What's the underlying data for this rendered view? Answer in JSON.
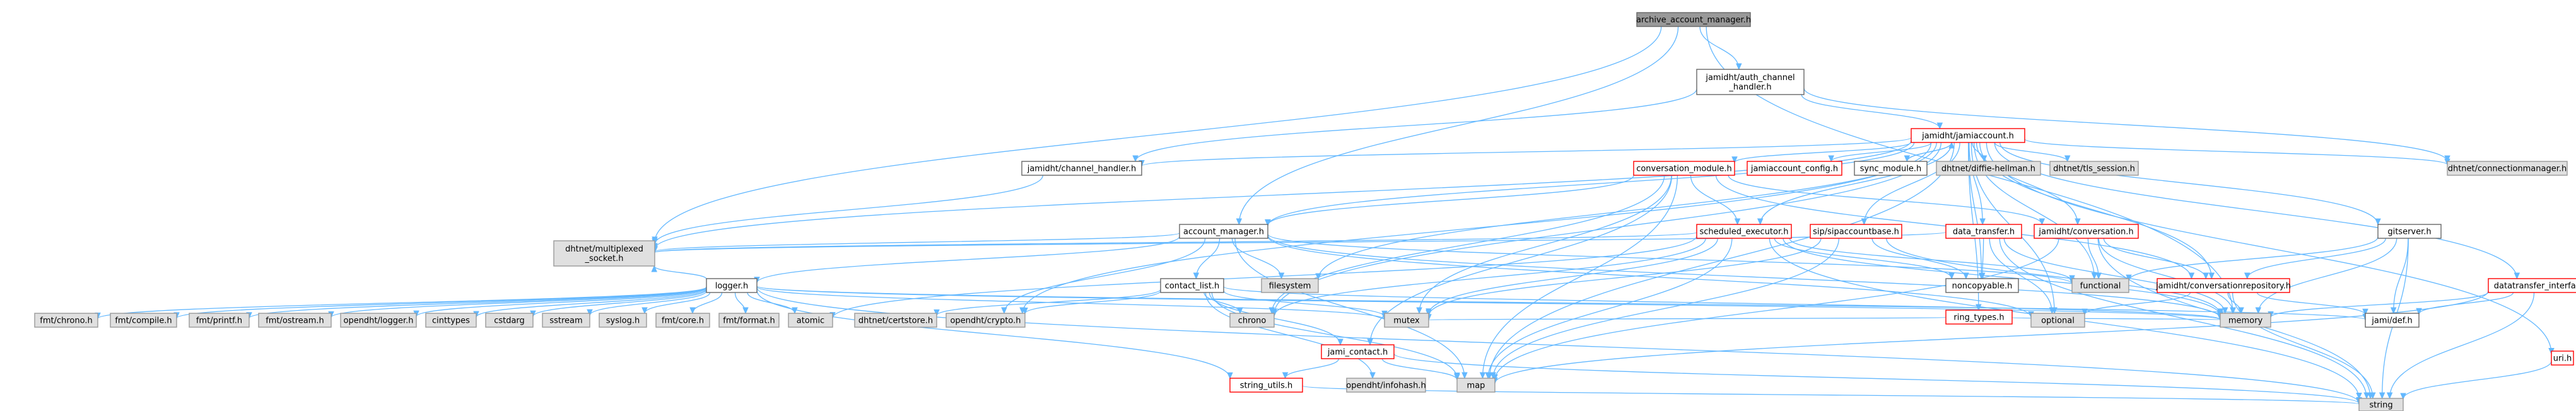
{
  "diagram": {
    "nodes": [
      {
        "id": "root",
        "lines": [
          "archive_account_manager.h"
        ],
        "style": "root"
      },
      {
        "id": "auth_channel_handler",
        "lines": [
          "jamidht/auth_channel",
          "_handler.h"
        ],
        "style": "normal"
      },
      {
        "id": "jamiaccount",
        "lines": [
          "jamidht/jamiaccount.h"
        ],
        "style": "red"
      },
      {
        "id": "channel_handler",
        "lines": [
          "jamidht/channel_handler.h"
        ],
        "style": "normal"
      },
      {
        "id": "multiplexed_socket",
        "lines": [
          "dhtnet/multiplexed",
          "_socket.h"
        ],
        "style": "missing"
      },
      {
        "id": "account_manager",
        "lines": [
          "account_manager.h"
        ],
        "style": "normal"
      },
      {
        "id": "conversation_module",
        "lines": [
          "conversation_module.h"
        ],
        "style": "red"
      },
      {
        "id": "jamiaccount_config",
        "lines": [
          "jamiaccount_config.h"
        ],
        "style": "red"
      },
      {
        "id": "sync_module",
        "lines": [
          "sync_module.h"
        ],
        "style": "normal"
      },
      {
        "id": "diffie_hellman",
        "lines": [
          "dhtnet/diffie-hellman.h"
        ],
        "style": "missing"
      },
      {
        "id": "tls_session",
        "lines": [
          "dhtnet/tls_session.h"
        ],
        "style": "missing"
      },
      {
        "id": "connectionmanager",
        "lines": [
          "dhtnet/connectionmanager.h"
        ],
        "style": "missing"
      },
      {
        "id": "scheduled_executor",
        "lines": [
          "scheduled_executor.h"
        ],
        "style": "red"
      },
      {
        "id": "sipaccountbase",
        "lines": [
          "sip/sipaccountbase.h"
        ],
        "style": "red"
      },
      {
        "id": "data_transfer",
        "lines": [
          "data_transfer.h"
        ],
        "style": "red"
      },
      {
        "id": "conversation",
        "lines": [
          "jamidht/conversation.h"
        ],
        "style": "red"
      },
      {
        "id": "gitserver",
        "lines": [
          "gitserver.h"
        ],
        "style": "normal"
      },
      {
        "id": "logger",
        "lines": [
          "logger.h"
        ],
        "style": "normal"
      },
      {
        "id": "contact_list",
        "lines": [
          "contact_list.h"
        ],
        "style": "normal"
      },
      {
        "id": "filesystem",
        "lines": [
          "filesystem"
        ],
        "style": "missing"
      },
      {
        "id": "noncopyable",
        "lines": [
          "noncopyable.h"
        ],
        "style": "normal"
      },
      {
        "id": "functional",
        "lines": [
          "functional"
        ],
        "style": "missing"
      },
      {
        "id": "ring_types",
        "lines": [
          "ring_types.h"
        ],
        "style": "red"
      },
      {
        "id": "conversationrepository",
        "lines": [
          "jamidht/conversationrepository.h"
        ],
        "style": "red"
      },
      {
        "id": "datatransfer_interface",
        "lines": [
          "datatransfer_interface.h"
        ],
        "style": "red"
      },
      {
        "id": "fmt_chrono",
        "lines": [
          "fmt/chrono.h"
        ],
        "style": "missing"
      },
      {
        "id": "fmt_compile",
        "lines": [
          "fmt/compile.h"
        ],
        "style": "missing"
      },
      {
        "id": "fmt_printf",
        "lines": [
          "fmt/printf.h"
        ],
        "style": "missing"
      },
      {
        "id": "fmt_ostream",
        "lines": [
          "fmt/ostream.h"
        ],
        "style": "missing"
      },
      {
        "id": "opendht_logger",
        "lines": [
          "opendht/logger.h"
        ],
        "style": "missing"
      },
      {
        "id": "cinttypes",
        "lines": [
          "cinttypes"
        ],
        "style": "missing"
      },
      {
        "id": "cstdarg",
        "lines": [
          "cstdarg"
        ],
        "style": "missing"
      },
      {
        "id": "sstream",
        "lines": [
          "sstream"
        ],
        "style": "missing"
      },
      {
        "id": "syslog",
        "lines": [
          "syslog.h"
        ],
        "style": "missing"
      },
      {
        "id": "fmt_core",
        "lines": [
          "fmt/core.h"
        ],
        "style": "missing"
      },
      {
        "id": "fmt_format",
        "lines": [
          "fmt/format.h"
        ],
        "style": "missing"
      },
      {
        "id": "atomic",
        "lines": [
          "atomic"
        ],
        "style": "missing"
      },
      {
        "id": "certstore",
        "lines": [
          "dhtnet/certstore.h"
        ],
        "style": "missing"
      },
      {
        "id": "opendht_crypto",
        "lines": [
          "opendht/crypto.h"
        ],
        "style": "missing"
      },
      {
        "id": "chrono",
        "lines": [
          "chrono"
        ],
        "style": "missing"
      },
      {
        "id": "mutex",
        "lines": [
          "mutex"
        ],
        "style": "missing"
      },
      {
        "id": "memory",
        "lines": [
          "memory"
        ],
        "style": "missing"
      },
      {
        "id": "optional",
        "lines": [
          "optional"
        ],
        "style": "missing"
      },
      {
        "id": "jamidef",
        "lines": [
          "jami/def.h"
        ],
        "style": "normal"
      },
      {
        "id": "jami_contact",
        "lines": [
          "jami_contact.h"
        ],
        "style": "red"
      },
      {
        "id": "map",
        "lines": [
          "map"
        ],
        "style": "missing"
      },
      {
        "id": "string_utils",
        "lines": [
          "string_utils.h"
        ],
        "style": "red"
      },
      {
        "id": "infohash",
        "lines": [
          "opendht/infohash.h"
        ],
        "style": "missing"
      },
      {
        "id": "uri",
        "lines": [
          "uri.h"
        ],
        "style": "red"
      },
      {
        "id": "string",
        "lines": [
          "string"
        ],
        "style": "missing"
      }
    ],
    "edges": [
      [
        "root",
        "auth_channel_handler"
      ],
      [
        "root",
        "multiplexed_socket"
      ],
      [
        "root",
        "account_manager"
      ],
      [
        "root",
        "memory"
      ],
      [
        "auth_channel_handler",
        "jamiaccount"
      ],
      [
        "auth_channel_handler",
        "channel_handler"
      ],
      [
        "auth_channel_handler",
        "connectionmanager"
      ],
      [
        "jamiaccount",
        "channel_handler"
      ],
      [
        "jamiaccount",
        "multiplexed_socket"
      ],
      [
        "jamiaccount",
        "conversation_module"
      ],
      [
        "jamiaccount",
        "jamiaccount_config"
      ],
      [
        "jamiaccount",
        "sync_module"
      ],
      [
        "jamiaccount",
        "diffie_hellman"
      ],
      [
        "jamiaccount",
        "tls_session"
      ],
      [
        "jamiaccount",
        "connectionmanager"
      ],
      [
        "jamiaccount",
        "scheduled_executor"
      ],
      [
        "jamiaccount",
        "sipaccountbase"
      ],
      [
        "jamiaccount",
        "data_transfer"
      ],
      [
        "jamiaccount",
        "conversation"
      ],
      [
        "jamiaccount",
        "gitserver"
      ],
      [
        "jamiaccount",
        "filesystem"
      ],
      [
        "jamiaccount",
        "noncopyable"
      ],
      [
        "jamiaccount",
        "functional"
      ],
      [
        "jamiaccount",
        "ring_types"
      ],
      [
        "jamiaccount",
        "conversationrepository"
      ],
      [
        "jamiaccount",
        "datatransfer_interface"
      ],
      [
        "jamiaccount",
        "opendht_crypto"
      ],
      [
        "jamiaccount",
        "chrono"
      ],
      [
        "jamiaccount",
        "optional"
      ],
      [
        "jamiaccount",
        "uri"
      ],
      [
        "jamiaccount",
        "map"
      ],
      [
        "jamiaccount",
        "account_manager"
      ],
      [
        "sync_module",
        "jamiaccount"
      ],
      [
        "channel_handler",
        "multiplexed_socket"
      ],
      [
        "account_manager",
        "multiplexed_socket"
      ],
      [
        "account_manager",
        "logger"
      ],
      [
        "account_manager",
        "contact_list"
      ],
      [
        "account_manager",
        "filesystem"
      ],
      [
        "account_manager",
        "functional"
      ],
      [
        "account_manager",
        "memory"
      ],
      [
        "account_manager",
        "map"
      ],
      [
        "account_manager",
        "optional"
      ],
      [
        "account_manager",
        "opendht_crypto"
      ],
      [
        "conversation_module",
        "account_manager"
      ],
      [
        "conversation_module",
        "scheduled_executor"
      ],
      [
        "conversation_module",
        "conversation"
      ],
      [
        "conversation_module",
        "conversationrepository"
      ],
      [
        "conversation_module",
        "jami_contact"
      ],
      [
        "conversation_module",
        "mutex"
      ],
      [
        "conversation_module",
        "chrono"
      ],
      [
        "conversation_module",
        "map"
      ],
      [
        "scheduled_executor",
        "multiplexed_socket"
      ],
      [
        "scheduled_executor",
        "noncopyable"
      ],
      [
        "scheduled_executor",
        "functional"
      ],
      [
        "scheduled_executor",
        "chrono"
      ],
      [
        "scheduled_executor",
        "mutex"
      ],
      [
        "scheduled_executor",
        "memory"
      ],
      [
        "scheduled_executor",
        "map"
      ],
      [
        "scheduled_executor",
        "string"
      ],
      [
        "scheduled_executor",
        "atomic"
      ],
      [
        "sipaccountbase",
        "noncopyable"
      ],
      [
        "sipaccountbase",
        "mutex"
      ],
      [
        "sipaccountbase",
        "map"
      ],
      [
        "sipaccountbase",
        "memory"
      ],
      [
        "data_transfer",
        "noncopyable"
      ],
      [
        "data_transfer",
        "memory"
      ],
      [
        "data_transfer",
        "string"
      ],
      [
        "data_transfer",
        "optional"
      ],
      [
        "data_transfer",
        "multiplexed_socket"
      ],
      [
        "conversation",
        "conversationrepository"
      ],
      [
        "conversation",
        "functional"
      ],
      [
        "conversation",
        "memory"
      ],
      [
        "conversation",
        "string"
      ],
      [
        "conversation",
        "map"
      ],
      [
        "gitserver",
        "functional"
      ],
      [
        "gitserver",
        "conversationrepository"
      ],
      [
        "gitserver",
        "jamidef"
      ],
      [
        "gitserver",
        "memory"
      ],
      [
        "gitserver",
        "string"
      ],
      [
        "logger",
        "multiplexed_socket"
      ],
      [
        "logger",
        "fmt_chrono"
      ],
      [
        "logger",
        "fmt_compile"
      ],
      [
        "logger",
        "fmt_printf"
      ],
      [
        "logger",
        "fmt_ostream"
      ],
      [
        "logger",
        "opendht_logger"
      ],
      [
        "logger",
        "cinttypes"
      ],
      [
        "logger",
        "cstdarg"
      ],
      [
        "logger",
        "sstream"
      ],
      [
        "logger",
        "syslog"
      ],
      [
        "logger",
        "fmt_core"
      ],
      [
        "logger",
        "fmt_format"
      ],
      [
        "logger",
        "atomic"
      ],
      [
        "logger",
        "string_utils"
      ],
      [
        "logger",
        "string"
      ],
      [
        "logger",
        "memory"
      ],
      [
        "logger",
        "mutex"
      ],
      [
        "logger",
        "jamidef"
      ],
      [
        "contact_list",
        "certstore"
      ],
      [
        "contact_list",
        "opendht_crypto"
      ],
      [
        "contact_list",
        "jami_contact"
      ],
      [
        "contact_list",
        "chrono"
      ],
      [
        "contact_list",
        "mutex"
      ],
      [
        "contact_list",
        "infohash"
      ],
      [
        "contact_list",
        "map"
      ],
      [
        "contact_list",
        "memory"
      ],
      [
        "ring_types",
        "mutex"
      ],
      [
        "ring_types",
        "memory"
      ],
      [
        "conversationrepository",
        "optional"
      ],
      [
        "conversationrepository",
        "memory"
      ],
      [
        "conversationrepository",
        "string"
      ],
      [
        "conversationrepository",
        "jamidef"
      ],
      [
        "datatransfer_interface",
        "jamidef"
      ],
      [
        "datatransfer_interface",
        "memory"
      ],
      [
        "datatransfer_interface",
        "string"
      ],
      [
        "datatransfer_interface",
        "map"
      ],
      [
        "jami_contact",
        "map"
      ],
      [
        "jami_contact",
        "string"
      ],
      [
        "jami_contact",
        "string_utils"
      ],
      [
        "string_utils",
        "string"
      ],
      [
        "uri",
        "string"
      ]
    ]
  }
}
